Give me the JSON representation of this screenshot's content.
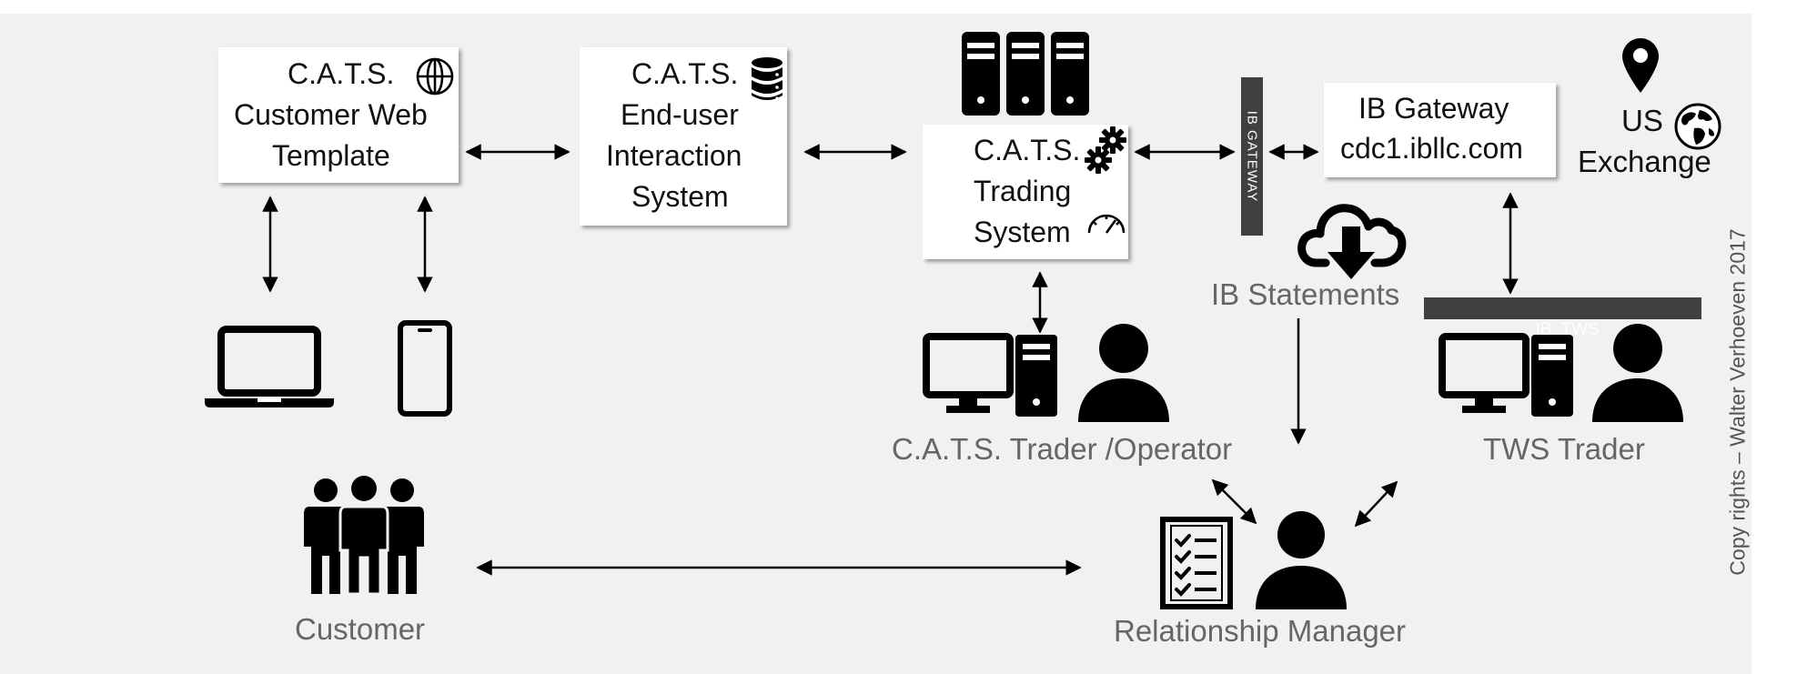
{
  "nodes": {
    "web_template": {
      "lines": [
        "C.A.T.S.",
        "Customer Web",
        "Template"
      ],
      "icon": "globe-icon"
    },
    "end_user": {
      "lines": [
        "C.A.T.S.",
        "End-user",
        "Interaction",
        "System"
      ],
      "icon": "database-icon"
    },
    "trading": {
      "lines": [
        "C.A.T.S.",
        "Trading",
        "System"
      ],
      "icons": [
        "gears-icon",
        "speedometer-icon",
        "servers-icon"
      ]
    },
    "ib_gateway": {
      "lines": [
        "IB Gateway",
        "cdc1.ibllc.com"
      ]
    },
    "gateway_bar": "IB GATEWAY",
    "tws_bar": "IB  TWS",
    "us_exchange": {
      "lines": [
        "US",
        "Exchange"
      ],
      "icons": [
        "map-pin-icon",
        "earth-icon"
      ]
    }
  },
  "labels": {
    "ib_statements": "IB Statements",
    "cats_trader": "C.A.T.S. Trader /Operator",
    "tws_trader": "TWS Trader",
    "customer": "Customer",
    "relationship_manager": "Relationship Manager"
  },
  "copyright": "Copy rights – Walter Verhoeven 2017",
  "colors": {
    "background": "#f2f0f1",
    "box": "#ffffff",
    "dark_bar": "#404040",
    "label_text": "#666666",
    "icon": "#000000"
  }
}
